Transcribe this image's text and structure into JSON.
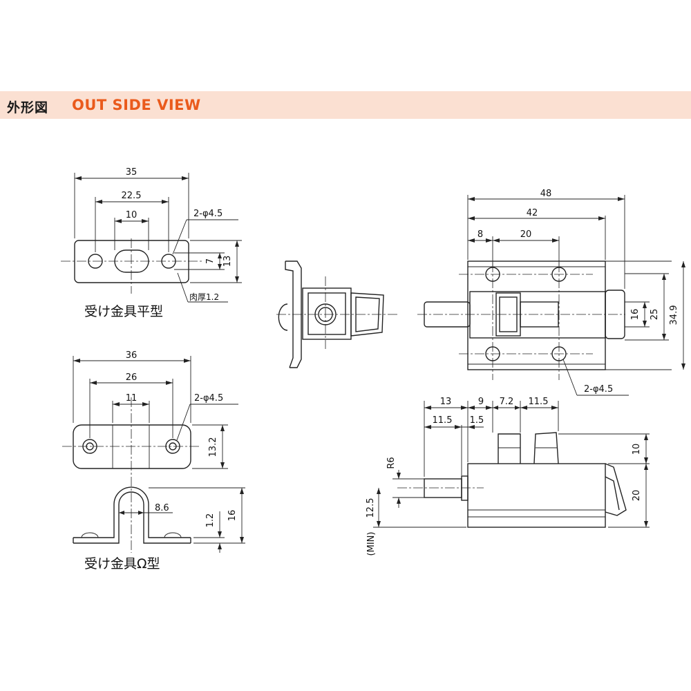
{
  "header": {
    "title_jp": "外形図",
    "title_en": "OUT SIDE VIEW"
  },
  "flat_plate": {
    "caption": "受け金具平型",
    "dim_35": "35",
    "dim_22_5": "22.5",
    "dim_10": "10",
    "dim_holes": "2-φ4.5",
    "dim_7": "7",
    "dim_13": "13",
    "dim_thickness": "肉厚1.2"
  },
  "omega_plate": {
    "caption": "受け金具Ω型",
    "dim_36": "36",
    "dim_26": "26",
    "dim_11": "11",
    "dim_holes": "2-φ4.5",
    "dim_13_2": "13.2",
    "dim_8_6": "8.6",
    "dim_1_2": "1.2",
    "dim_16": "16"
  },
  "bolt_top": {
    "dim_48": "48",
    "dim_42": "42",
    "dim_8": "8",
    "dim_20": "20",
    "dim_16": "16",
    "dim_25": "25",
    "dim_34_9": "34.9",
    "dim_holes": "2-φ4.5"
  },
  "bolt_side": {
    "dim_13": "13",
    "dim_9": "9",
    "dim_7_2": "7.2",
    "dim_11_5a": "11.5",
    "dim_11_5b": "11.5",
    "dim_1_5": "1.5",
    "dim_r6": "R6",
    "dim_12_5": "12.5",
    "dim_min": "(MIN)",
    "dim_10": "10",
    "dim_20": "20"
  }
}
